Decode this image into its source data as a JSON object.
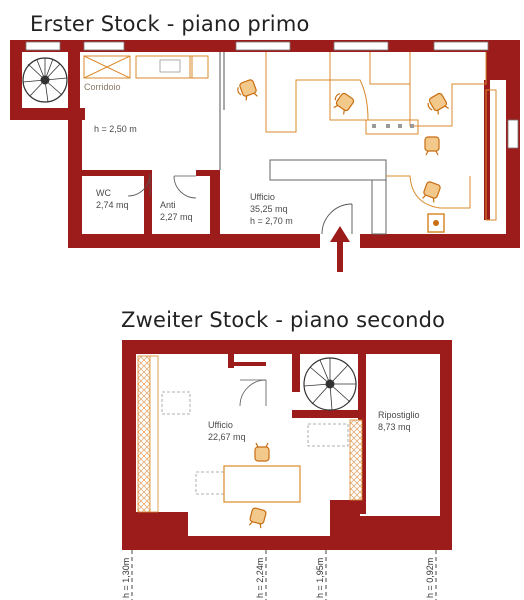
{
  "floor1": {
    "title": "Erster Stock - piano primo",
    "rooms": {
      "corridoio": "Corridoio",
      "corridoio_h": "h = 2,50 m",
      "wc": "WC",
      "wc_area": "2,74 mq",
      "anti": "Anti",
      "anti_area": "2,27 mq",
      "ufficio": "Ufficio",
      "ufficio_area": "35,25 mq",
      "ufficio_h": "h = 2,70 m"
    }
  },
  "floor2": {
    "title": "Zweiter Stock - piano secondo",
    "rooms": {
      "ufficio": "Ufficio",
      "ufficio_area": "22,67 mq",
      "ripostiglio": "Ripostiglio",
      "ripostiglio_area": "8,73 mq"
    },
    "heights": [
      "h = 1,30m",
      "h = 2,24m",
      "h = 1,95m",
      "h = 0,92m"
    ]
  },
  "colors": {
    "wall": "#9c1b1b",
    "furniture": "#d98a2b",
    "outline": "#555555"
  }
}
